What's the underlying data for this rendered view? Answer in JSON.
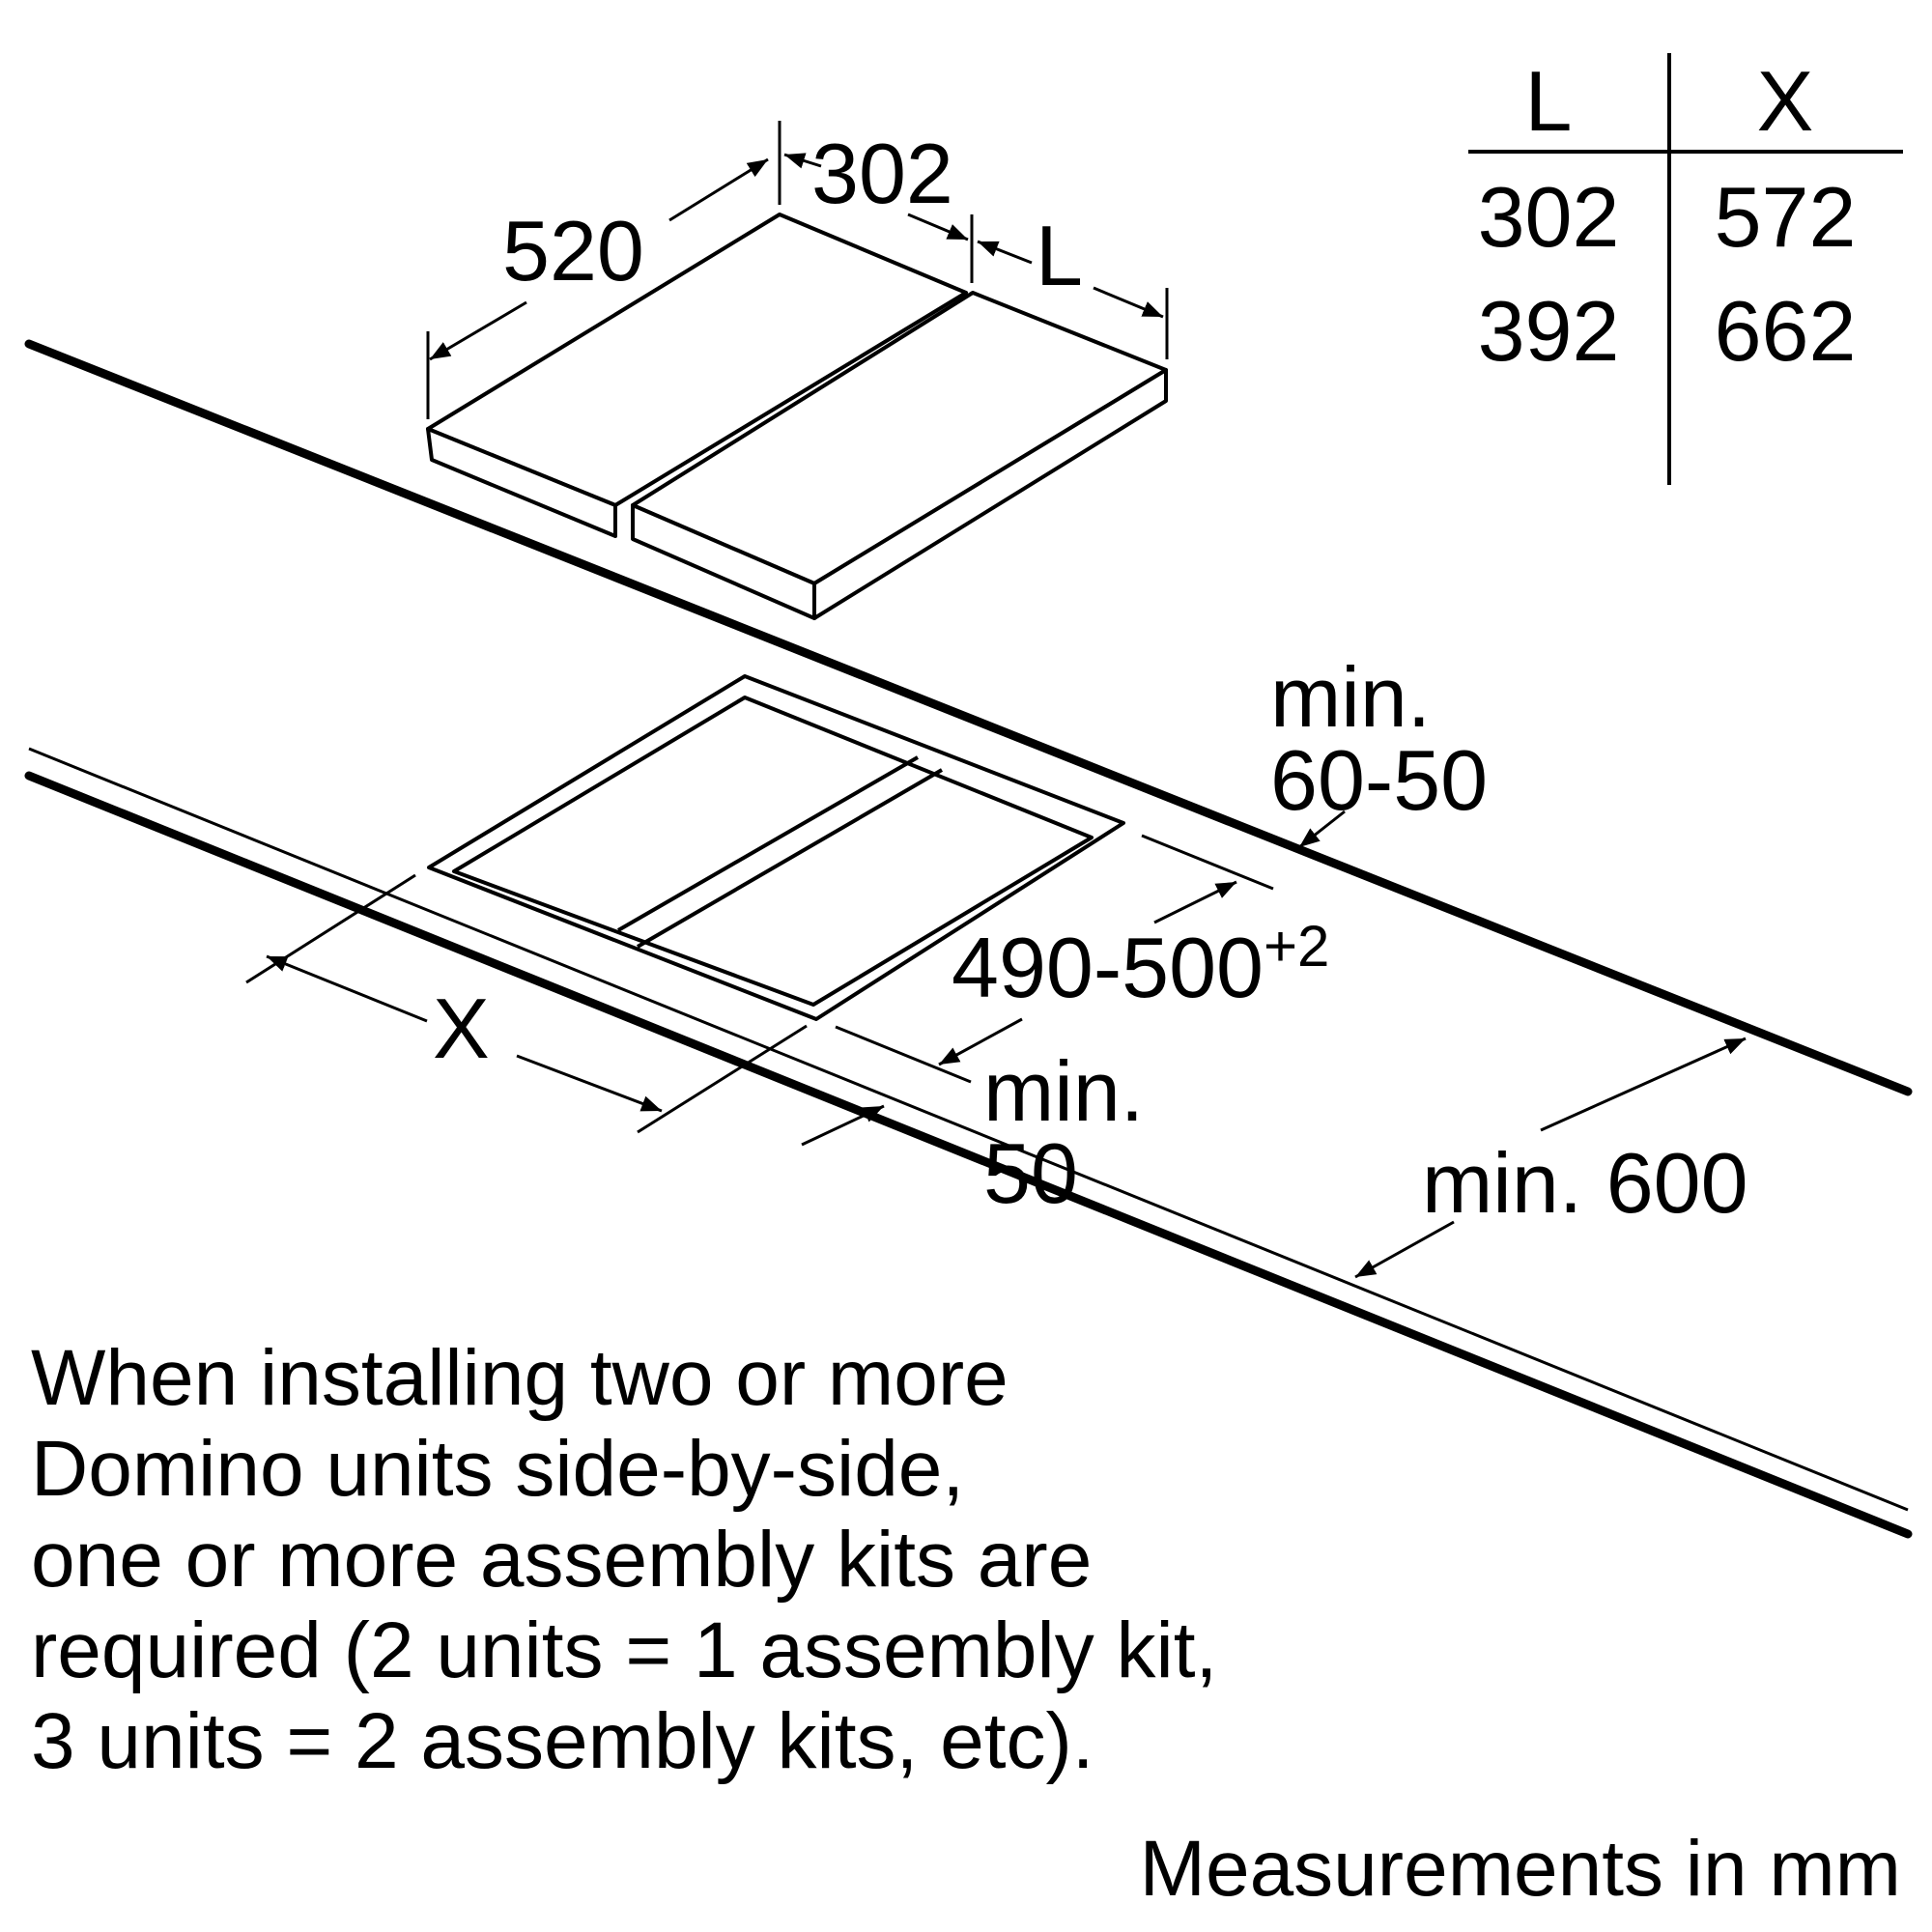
{
  "diagram": {
    "cooktop": {
      "depth": "520",
      "width_left": "302",
      "width_right": "L"
    },
    "cutout": {
      "width": "X",
      "depth": "490-500",
      "depth_tolerance": "+2",
      "back_gap_line1": "min.",
      "back_gap_line2": "60-50",
      "front_gap_line1": "min.",
      "front_gap_line2": "50",
      "worktop_depth": "min. 600"
    }
  },
  "table": {
    "headers": [
      "L",
      "X"
    ],
    "rows": [
      [
        "302",
        "572"
      ],
      [
        "392",
        "662"
      ]
    ]
  },
  "note": {
    "lines": [
      "When installing two or more",
      "Domino units side-by-side,",
      "one or more assembly kits are",
      "required (2 units = 1 assembly kit,",
      "3 units = 2 assembly kits, etc)."
    ]
  },
  "footer": "Measurements in mm"
}
